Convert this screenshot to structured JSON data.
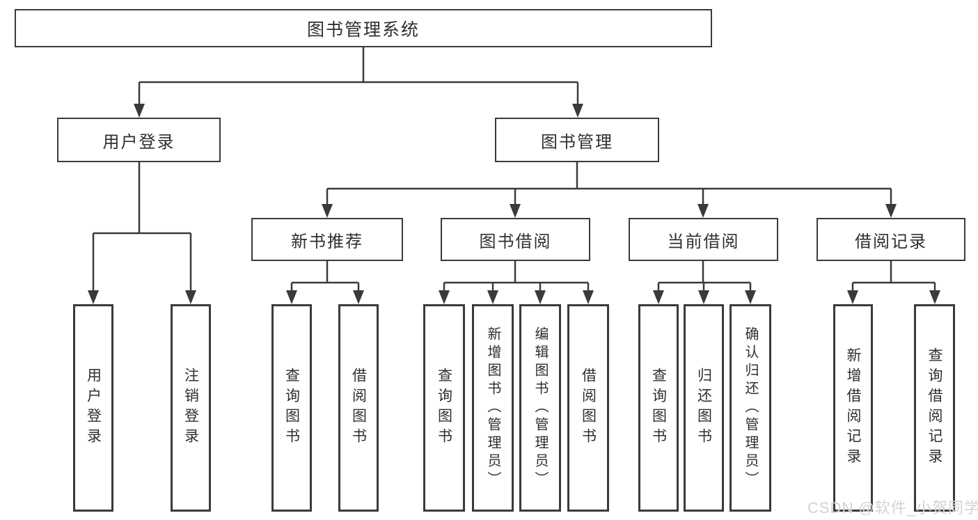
{
  "diagram": {
    "title": "图书管理系统",
    "nodes": {
      "root": "图书管理系统",
      "user_login": {
        "label": "用户登录",
        "leaves": [
          "用户登录",
          "注销登录"
        ]
      },
      "book_management": {
        "label": "图书管理"
      },
      "new_book": {
        "label": "新书推荐",
        "leaves": [
          "查询图书",
          "借阅图书"
        ]
      },
      "book_borrow": {
        "label": "图书借阅",
        "leaves": [
          "查询图书",
          "新增图书（管理员）",
          "编辑图书（管理员）",
          "借阅图书"
        ]
      },
      "current_borrow": {
        "label": "当前借阅",
        "leaves": [
          "查询图书",
          "归还图书",
          "确认归还（管理员）"
        ]
      },
      "borrow_record": {
        "label": "借阅记录",
        "leaves": [
          "新增借阅记录",
          "查询借阅记录"
        ]
      }
    },
    "colors": {
      "line": "#3a3a3a",
      "text": "#2f2f2f",
      "background": "#ffffff",
      "watermark": "#ced1d6"
    }
  },
  "watermark": {
    "text": "CSDN @软件_小贺同学"
  }
}
